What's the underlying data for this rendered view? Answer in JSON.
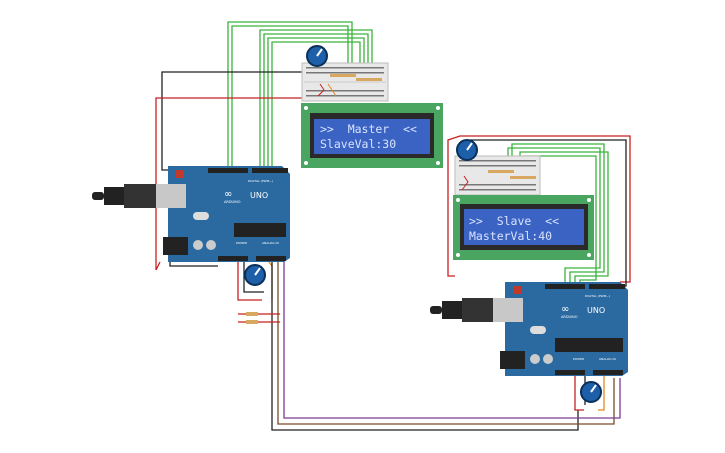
{
  "canvas": {
    "background": "#ffffff"
  },
  "master": {
    "lcd": {
      "line1": ">>  Master  <<",
      "line2": "SlaveVal:30"
    },
    "board": {
      "brand": "ARDUINO",
      "model": "UNO",
      "digital_label": "DIGITAL (PWM~)",
      "power_label": "POWER",
      "analog_label": "ANALOG IN"
    }
  },
  "slave": {
    "lcd": {
      "line1": ">>  Slave  <<",
      "line2": "MasterVal:40"
    },
    "board": {
      "brand": "ARDUINO",
      "model": "UNO",
      "digital_label": "DIGITAL (PWM~)",
      "power_label": "POWER",
      "analog_label": "ANALOG IN"
    }
  },
  "colors": {
    "board": "#2a6aa0",
    "lcd_pcb": "#4aa561",
    "lcd_screen": "#3b63c4",
    "wire_green": "#3bb33b",
    "wire_red": "#c82020",
    "wire_black": "#222222",
    "wire_purple": "#7a3a9a",
    "wire_orange": "#e08a1e",
    "pot": "#1d5fa8"
  }
}
